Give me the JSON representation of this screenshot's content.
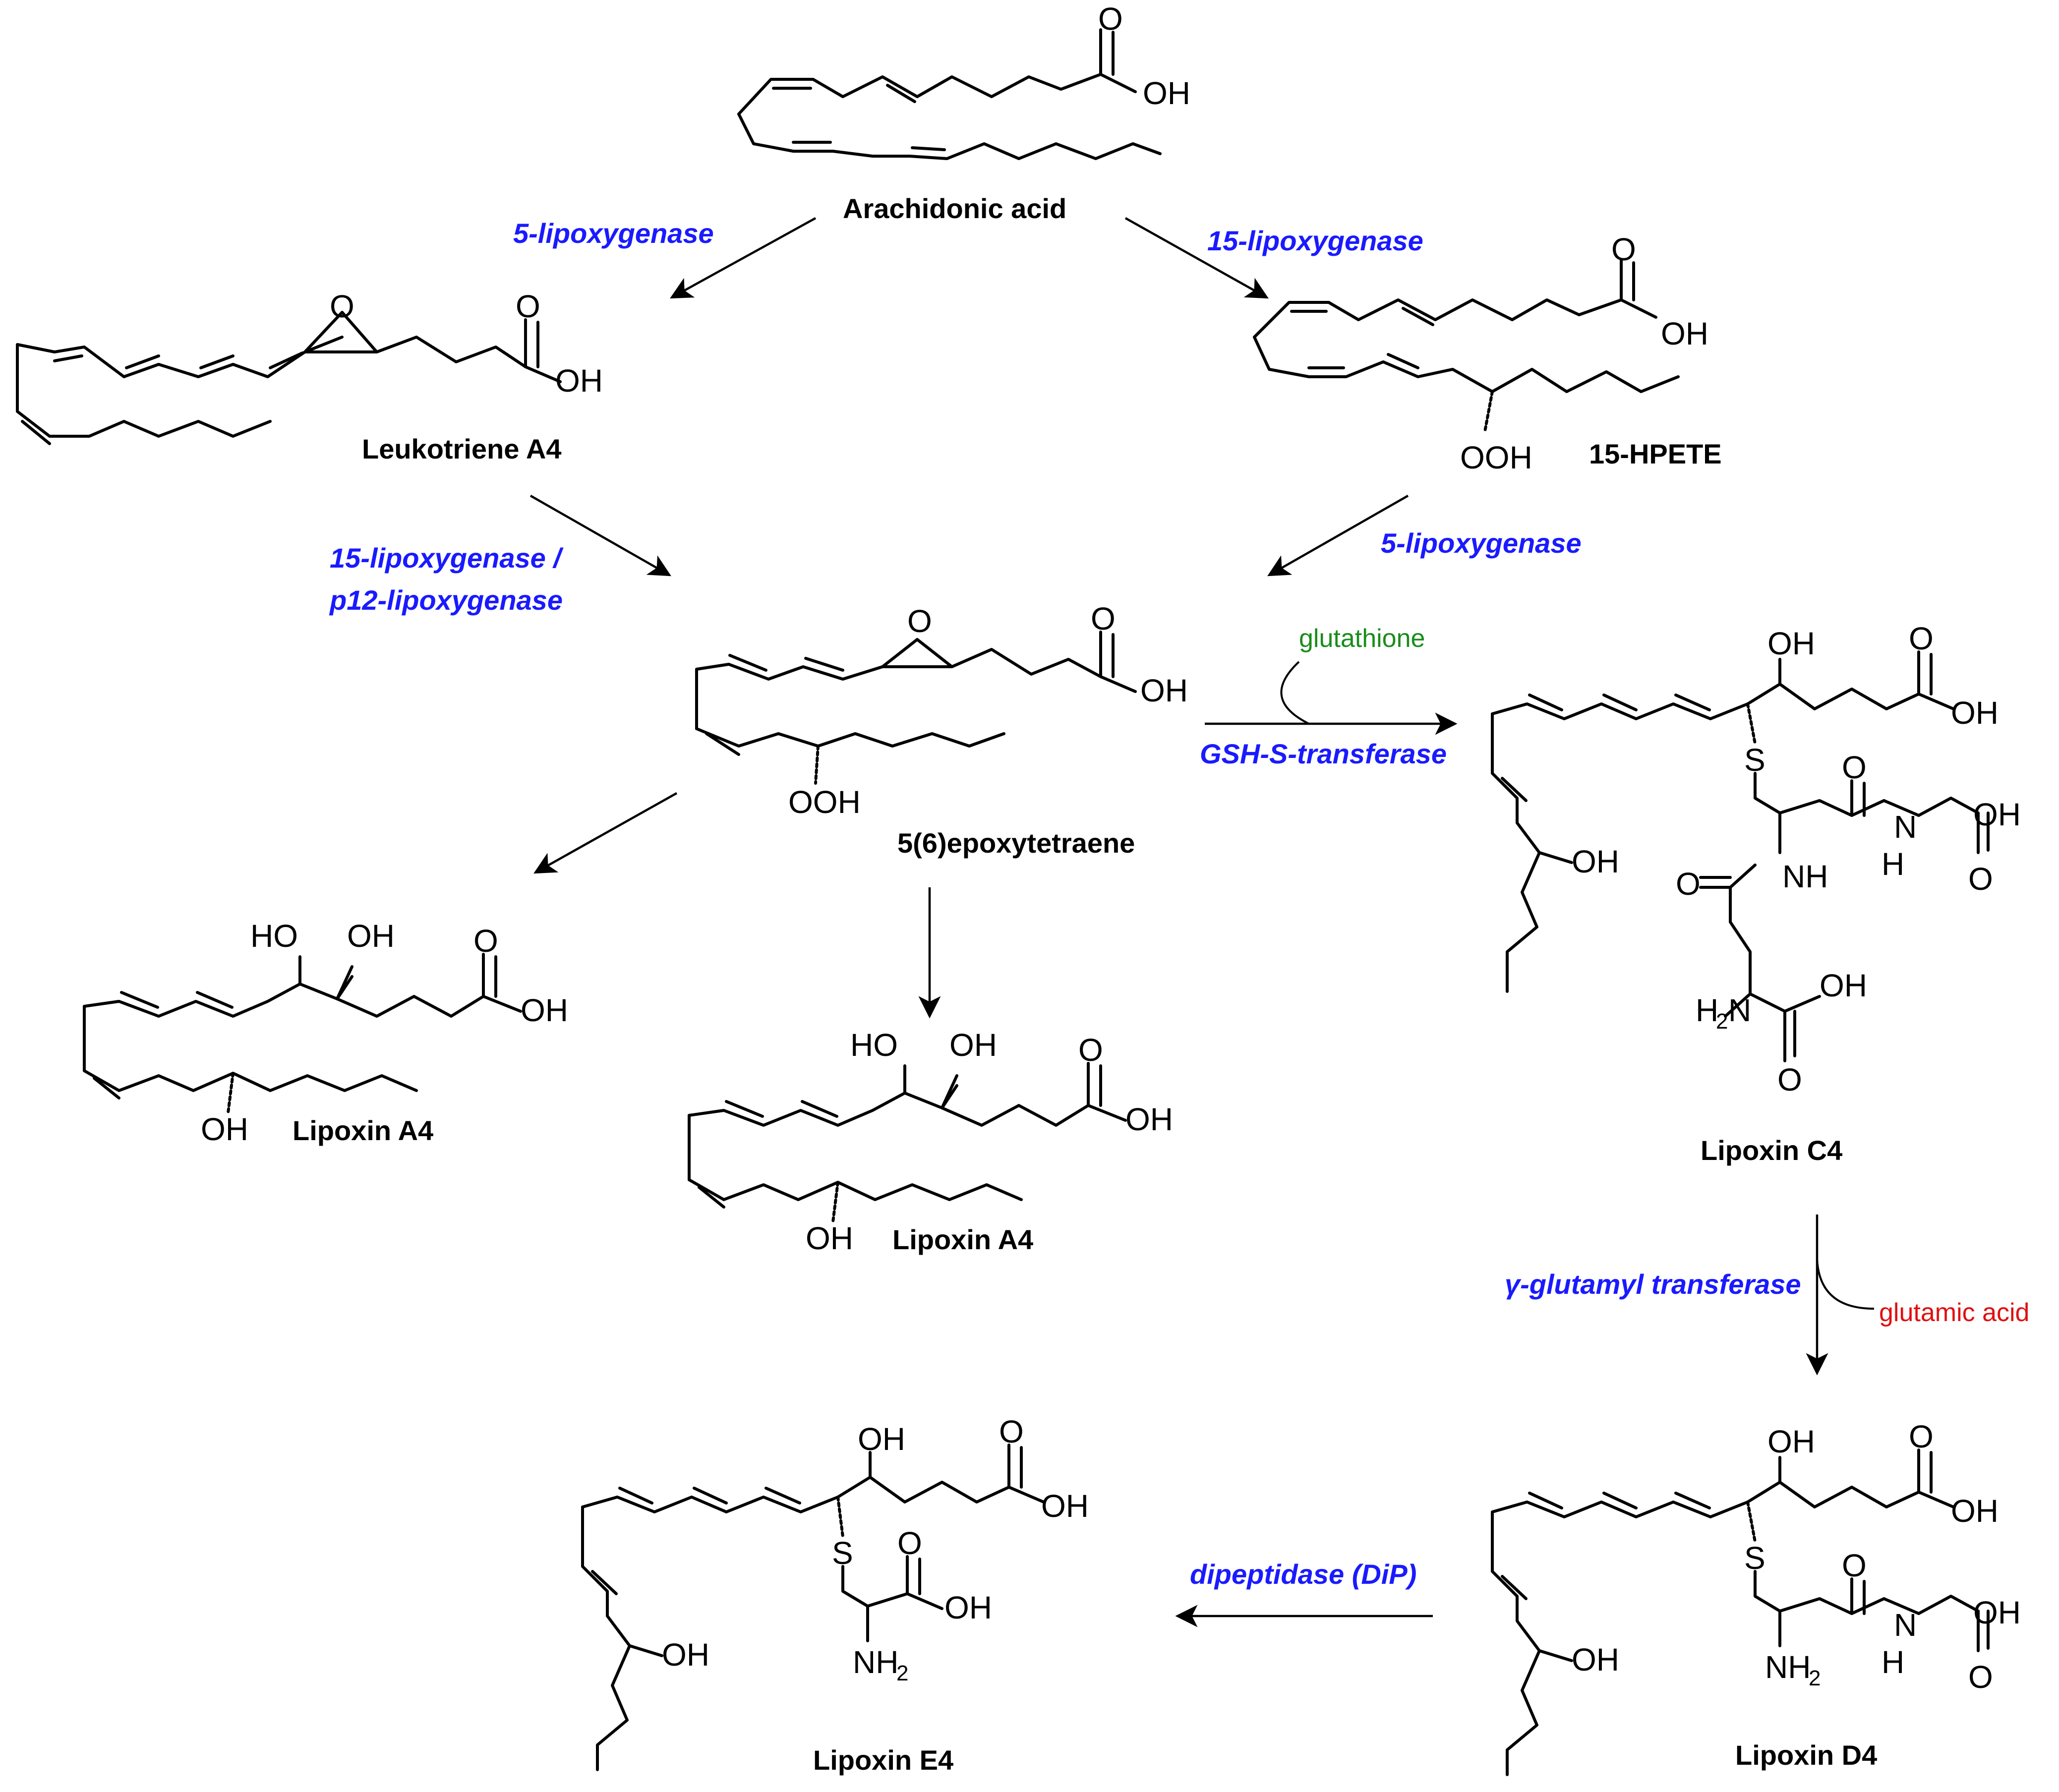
{
  "compounds": {
    "arachidonic_acid": "Arachidonic acid",
    "leukotriene_a4": "Leukotriene A4",
    "hpete_15": "15-HPETE",
    "epoxytetraene": "5(6)epoxytetraene",
    "lipoxin_a4_left": "Lipoxin A4",
    "lipoxin_a4_center": "Lipoxin A4",
    "lipoxin_c4": "Lipoxin C4",
    "lipoxin_d4": "Lipoxin D4",
    "lipoxin_e4": "Lipoxin E4"
  },
  "enzymes": {
    "lox5_top": "5-lipoxygenase",
    "lox15_top": "15-lipoxygenase",
    "lox15_p12_line1": "15-lipoxygenase /",
    "lox15_p12_line2": "p12-lipoxygenase",
    "lox5_right": "5-lipoxygenase",
    "gsh_transferase": "GSH-S-transferase",
    "gamma_glutamyl": "γ-glutamyl transferase",
    "dipeptidase": "dipeptidase (DiP)"
  },
  "cofactors": {
    "glutathione": "glutathione",
    "glutamic_acid": "glutamic acid"
  },
  "atoms": {
    "O": "O",
    "OH": "OH",
    "OOH": "OOH",
    "HO": "HO",
    "S": "S",
    "NH": "NH",
    "N": "N",
    "H": "H",
    "H2N_H": "H",
    "H2N_2": "2",
    "H2N_N": "N",
    "NH2_N": "NH",
    "NH2_2": "2"
  },
  "colors": {
    "enzyme": "#1a1aff",
    "glutathione": "#1a8c1a",
    "glutamic_acid": "#e01010"
  }
}
